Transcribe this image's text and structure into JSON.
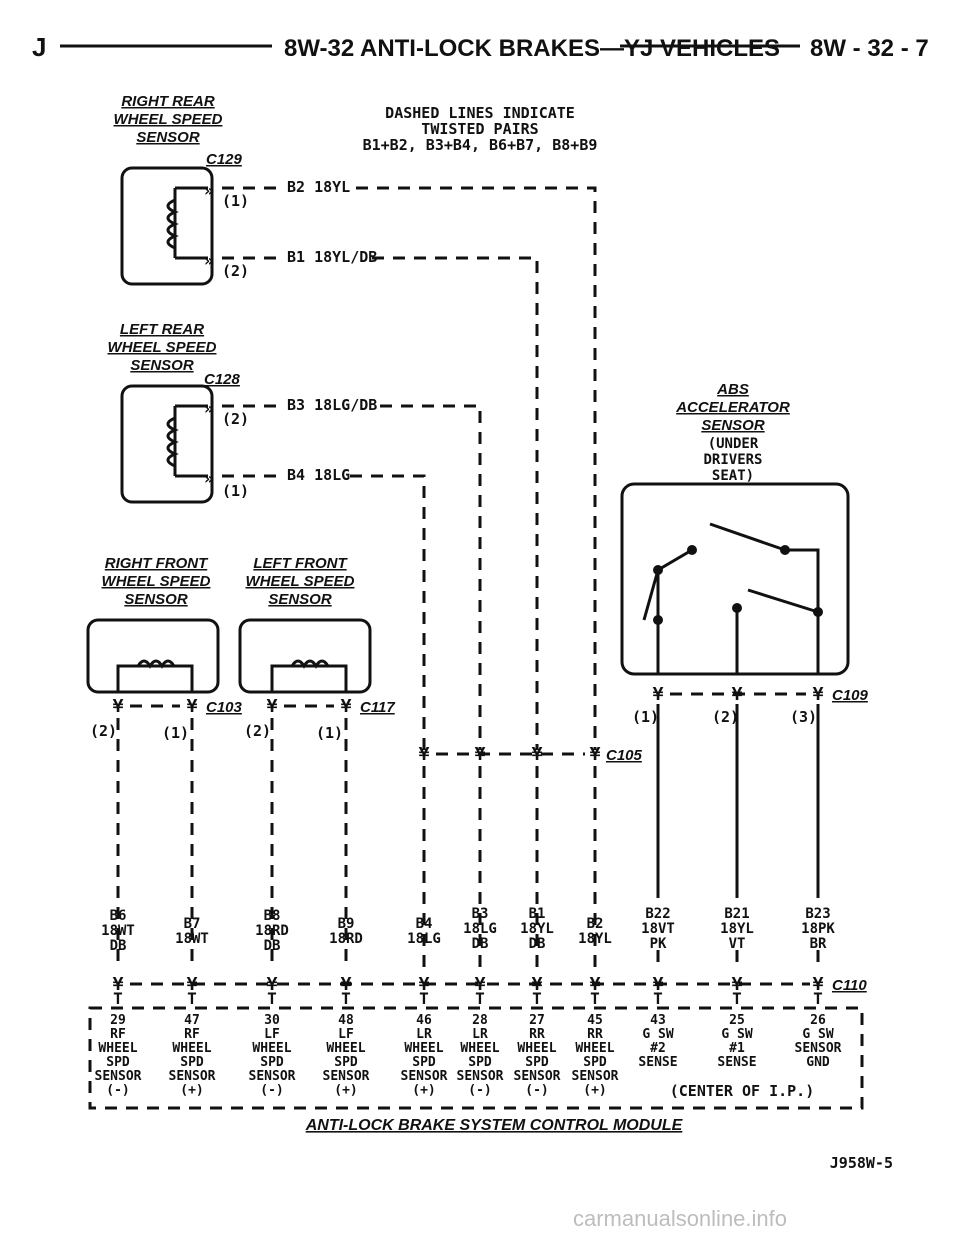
{
  "header": {
    "left": "J",
    "title": "8W-32 ANTI-LOCK BRAKES—YJ VEHICLES",
    "right": "8W - 32 - 7"
  },
  "note": {
    "line1": "DASHED LINES INDICATE",
    "line2": "TWISTED PAIRS",
    "line3": "B1+B2, B3+B4, B6+B7, B8+B9"
  },
  "sensors": {
    "rr": {
      "l1": "RIGHT REAR",
      "l2": "WHEEL SPEED",
      "l3": "SENSOR",
      "conn": "C129",
      "pin_a": "(1)",
      "pin_b": "(2)",
      "wire_a": "B2 18YL",
      "wire_b": "B1 18YL/DB"
    },
    "lr": {
      "l1": "LEFT REAR",
      "l2": "WHEEL SPEED",
      "l3": "SENSOR",
      "conn": "C128",
      "pin_a": "(2)",
      "pin_b": "(1)",
      "wire_a": "B3 18LG/DB",
      "wire_b": "B4 18LG"
    },
    "rf": {
      "l1": "RIGHT FRONT",
      "l2": "WHEEL SPEED",
      "l3": "SENSOR",
      "conn": "C103",
      "pin_a": "(2)",
      "pin_b": "(1)"
    },
    "lf": {
      "l1": "LEFT FRONT",
      "l2": "WHEEL SPEED",
      "l3": "SENSOR",
      "conn": "C117",
      "pin_a": "(2)",
      "pin_b": "(1)"
    },
    "accel": {
      "l1": "ABS",
      "l2": "ACCELERATOR",
      "l3": "SENSOR",
      "l4": "(UNDER",
      "l5": "DRIVERS",
      "l6": "SEAT)",
      "conn": "C109",
      "pin1": "(1)",
      "pin2": "(2)",
      "pin3": "(3)"
    }
  },
  "connectors": {
    "c105": "C105",
    "c110": "C110"
  },
  "wires": [
    {
      "id": "B6",
      "spec": "18WT",
      "color": "DB"
    },
    {
      "id": "B7",
      "spec": "18WT",
      "color": ""
    },
    {
      "id": "B8",
      "spec": "18RD",
      "color": "DB"
    },
    {
      "id": "B9",
      "spec": "18RD",
      "color": ""
    },
    {
      "id": "B4",
      "spec": "18LG",
      "color": ""
    },
    {
      "id": "B3",
      "spec": "18LG",
      "color": "DB"
    },
    {
      "id": "B1",
      "spec": "18YL",
      "color": "DB"
    },
    {
      "id": "B2",
      "spec": "18YL",
      "color": ""
    },
    {
      "id": "B22",
      "spec": "18VT",
      "color": "PK"
    },
    {
      "id": "B21",
      "spec": "18YL",
      "color": "VT"
    },
    {
      "id": "B23",
      "spec": "18PK",
      "color": "BR"
    }
  ],
  "module": {
    "title": "ANTI-LOCK BRAKE SYSTEM CONTROL MODULE",
    "location": "(CENTER OF I.P.)",
    "pins": [
      {
        "num": "29",
        "l1": "RF",
        "l2": "WHEEL",
        "l3": "SPD",
        "l4": "SENSOR",
        "l5": "(-)"
      },
      {
        "num": "47",
        "l1": "RF",
        "l2": "WHEEL",
        "l3": "SPD",
        "l4": "SENSOR",
        "l5": "(+)"
      },
      {
        "num": "30",
        "l1": "LF",
        "l2": "WHEEL",
        "l3": "SPD",
        "l4": "SENSOR",
        "l5": "(-)"
      },
      {
        "num": "48",
        "l1": "LF",
        "l2": "WHEEL",
        "l3": "SPD",
        "l4": "SENSOR",
        "l5": "(+)"
      },
      {
        "num": "46",
        "l1": "LR",
        "l2": "WHEEL",
        "l3": "SPD",
        "l4": "SENSOR",
        "l5": "(+)"
      },
      {
        "num": "28",
        "l1": "LR",
        "l2": "WHEEL",
        "l3": "SPD",
        "l4": "SENSOR",
        "l5": "(-)"
      },
      {
        "num": "27",
        "l1": "RR",
        "l2": "WHEEL",
        "l3": "SPD",
        "l4": "SENSOR",
        "l5": "(-)"
      },
      {
        "num": "45",
        "l1": "RR",
        "l2": "WHEEL",
        "l3": "SPD",
        "l4": "SENSOR",
        "l5": "(+)"
      },
      {
        "num": "43",
        "l1": "G SW",
        "l2": "#2",
        "l3": "SENSE",
        "l4": "",
        "l5": ""
      },
      {
        "num": "25",
        "l1": "G SW",
        "l2": "#1",
        "l3": "SENSE",
        "l4": "",
        "l5": ""
      },
      {
        "num": "26",
        "l1": "G SW",
        "l2": "SENSOR",
        "l3": "GND",
        "l4": "",
        "l5": ""
      }
    ]
  },
  "figure_id": "J958W-5",
  "watermark": "carmanualsonline.info"
}
